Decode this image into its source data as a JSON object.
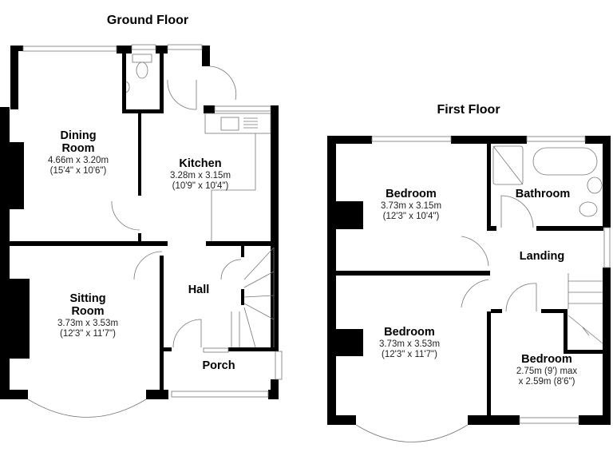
{
  "ground_floor": {
    "title": "Ground Floor",
    "rooms": {
      "dining": {
        "name_line1": "Dining",
        "name_line2": "Room",
        "metric": "4.66m x 3.20m",
        "imperial": "(15'4\" x 10'6\")"
      },
      "kitchen": {
        "name": "Kitchen",
        "metric": "3.28m x 3.15m",
        "imperial": "(10'9\" x 10'4\")"
      },
      "sitting": {
        "name_line1": "Sitting",
        "name_line2": "Room",
        "metric": "3.73m x 3.53m",
        "imperial": "(12'3\" x 11'7\")"
      },
      "hall": {
        "name": "Hall"
      },
      "porch": {
        "name": "Porch"
      }
    }
  },
  "first_floor": {
    "title": "First Floor",
    "rooms": {
      "bedroom1": {
        "name": "Bedroom",
        "metric": "3.73m x 3.15m",
        "imperial": "(12'3\" x 10'4\")"
      },
      "bathroom": {
        "name": "Bathroom"
      },
      "landing": {
        "name": "Landing"
      },
      "bedroom2": {
        "name": "Bedroom",
        "metric": "3.73m x 3.53m",
        "imperial": "(12'3\" x 11'7\")"
      },
      "bedroom3": {
        "name": "Bedroom",
        "line1": "2.75m (9') max",
        "line2": "x 2.59m (8'6\")"
      }
    }
  }
}
